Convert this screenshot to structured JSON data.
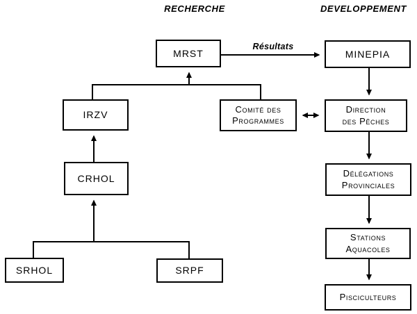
{
  "diagram": {
    "columns": [
      {
        "id": "recherche",
        "label": "RECHERCHE"
      },
      {
        "id": "developpement",
        "label": "DEVELOPPEMENT"
      }
    ],
    "nodes": {
      "mrst": {
        "label": "MRST"
      },
      "minepia": {
        "label": "MINEPIA"
      },
      "irzv": {
        "label": "IRZV"
      },
      "comite_des_programmes": {
        "line1": "Comité des",
        "line2": "Programmes"
      },
      "direction_des_peches": {
        "line1": "Direction",
        "line2": "des Pêches"
      },
      "crhol": {
        "label": "CRHOL"
      },
      "delegations_provinciales": {
        "line1": "Délégations",
        "line2": "Provinciales"
      },
      "stations_aquacoles": {
        "line1": "Stations",
        "line2": "Aquacoles"
      },
      "srhol": {
        "label": "SRHOL"
      },
      "srpf": {
        "label": "SRPF"
      },
      "pisciculteurs": {
        "label": "Pisciculteurs"
      }
    },
    "edge_labels": {
      "mrst_to_minepia": "Résultats"
    },
    "colors": {
      "background": "#ffffff",
      "line": "#000000",
      "text": "#000000"
    }
  }
}
